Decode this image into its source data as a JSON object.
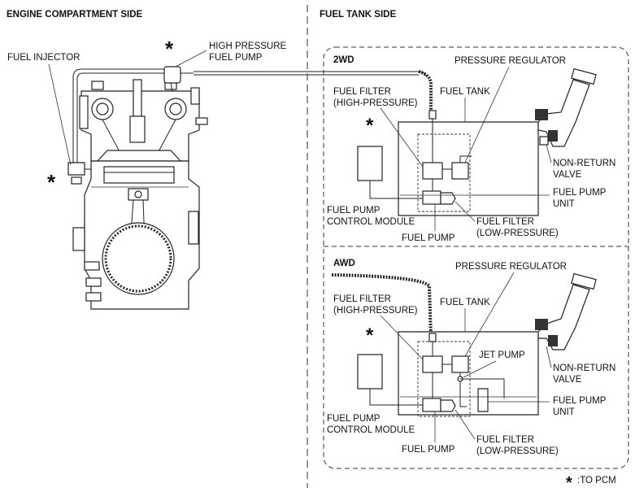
{
  "headers": {
    "engine_side": "ENGINE COMPARTMENT SIDE",
    "tank_side": "FUEL TANK SIDE"
  },
  "engine": {
    "fuel_injector": "FUEL INJECTOR",
    "high_pressure_pump_1": "HIGH PRESSURE",
    "high_pressure_pump_2": "FUEL PUMP"
  },
  "panel_2wd": {
    "title": "2WD",
    "pressure_regulator": "PRESSURE REGULATOR",
    "fuel_filter_hp_1": "FUEL FILTER",
    "fuel_filter_hp_2": "(HIGH-PRESSURE)",
    "fuel_tank": "FUEL TANK",
    "non_return_1": "NON-RETURN",
    "non_return_2": "VALVE",
    "fpcm_1": "FUEL PUMP",
    "fpcm_2": "CONTROL MODULE",
    "fuel_pump_unit_1": "FUEL PUMP",
    "fuel_pump_unit_2": "UNIT",
    "fuel_filter_lp_1": "FUEL FILTER",
    "fuel_filter_lp_2": "(LOW-PRESSURE)",
    "fuel_pump": "FUEL PUMP"
  },
  "panel_awd": {
    "title": "AWD",
    "pressure_regulator": "PRESSURE REGULATOR",
    "fuel_filter_hp_1": "FUEL FILTER",
    "fuel_filter_hp_2": "(HIGH-PRESSURE)",
    "fuel_tank": "FUEL TANK",
    "jet_pump": "JET PUMP",
    "non_return_1": "NON-RETURN",
    "non_return_2": "VALVE",
    "fpcm_1": "FUEL PUMP",
    "fpcm_2": "CONTROL MODULE",
    "fuel_pump_unit_1": "FUEL PUMP",
    "fuel_pump_unit_2": "UNIT",
    "fuel_filter_lp_1": "FUEL FILTER",
    "fuel_filter_lp_2": "(LOW-PRESSURE)",
    "fuel_pump": "FUEL PUMP"
  },
  "footnote": {
    "asterisk": "*",
    "text": ":TO PCM"
  }
}
